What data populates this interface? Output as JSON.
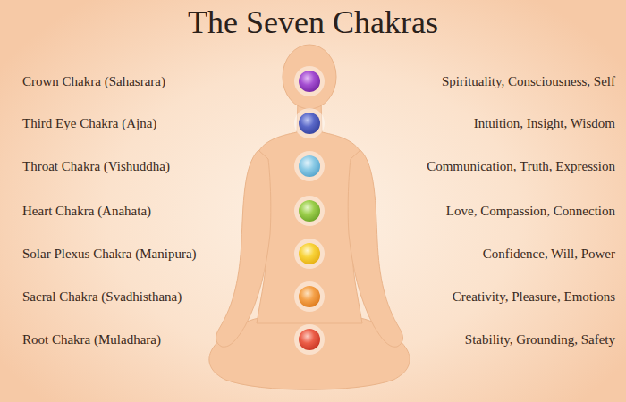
{
  "diagram": {
    "title": "The Seven Chakras",
    "labels": [
      "Crown Chakra (Sahasrara)",
      "Spirituality, Consciousness, Self",
      "Third Eye Chakra (Ajna)",
      "Intuition, Insight, Wisdom",
      "Throat Chakra (Vishuddha)",
      "Communication, Truth, Expression",
      "Heart Chakra (Anahata)",
      "Love, Compassion, Connection",
      "Solar Plexus Chakra (Manipura)",
      "Confidence, Will, Power",
      "Sacral Chakra (Svadhisthana)",
      "Creativity, Pleasure, Emotions",
      "Root Chakra (Muladhara)",
      "Stability, Grounding, Safety"
    ]
  }
}
